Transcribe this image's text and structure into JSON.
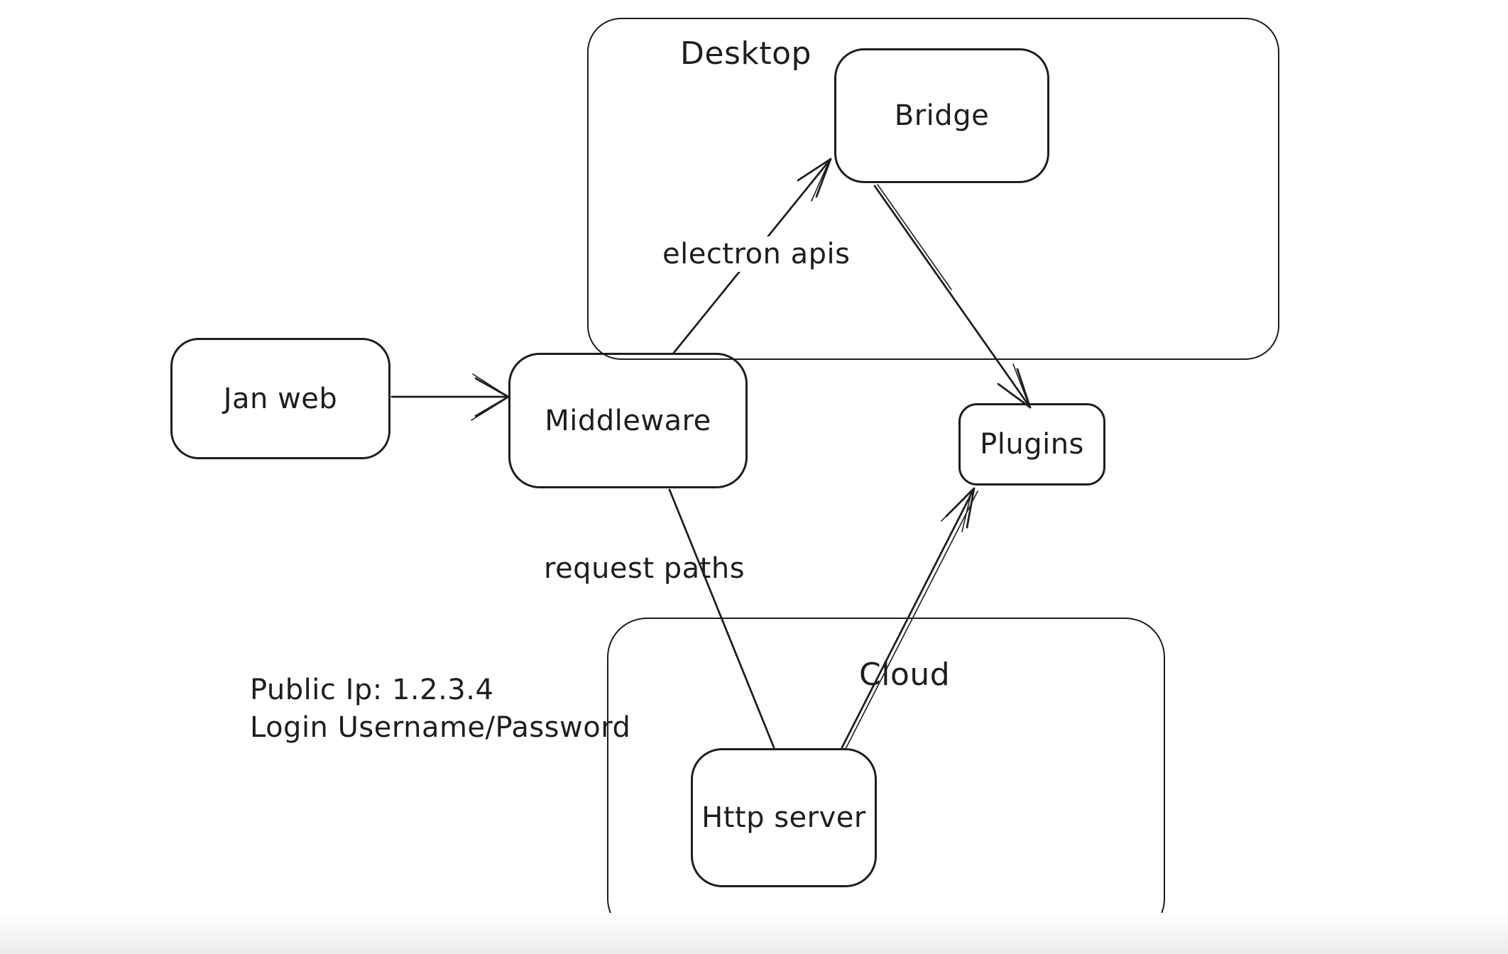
{
  "diagram": {
    "colors": {
      "stroke": "#1e1e1e",
      "background": "#ffffff"
    },
    "containers": [
      {
        "id": "desktop",
        "label": "Desktop"
      },
      {
        "id": "cloud",
        "label": "Cloud"
      }
    ],
    "nodes": [
      {
        "id": "jan-web",
        "label": "Jan web"
      },
      {
        "id": "middleware",
        "label": "Middleware"
      },
      {
        "id": "bridge",
        "label": "Bridge"
      },
      {
        "id": "plugins",
        "label": "Plugins"
      },
      {
        "id": "http-server",
        "label": "Http server"
      }
    ],
    "edges": [
      {
        "from": "jan-web",
        "to": "middleware",
        "label": ""
      },
      {
        "from": "middleware",
        "to": "bridge",
        "label": "electron apis"
      },
      {
        "from": "bridge",
        "to": "plugins",
        "label": ""
      },
      {
        "from": "middleware",
        "to": "http-server",
        "label": "request paths"
      },
      {
        "from": "http-server",
        "to": "plugins",
        "label": ""
      }
    ],
    "edge_labels": {
      "electron_apis": "electron apis",
      "request_paths": "request paths"
    },
    "annotation": {
      "line1": "Public Ip: 1.2.3.4",
      "line2": "Login Username/Password"
    }
  }
}
